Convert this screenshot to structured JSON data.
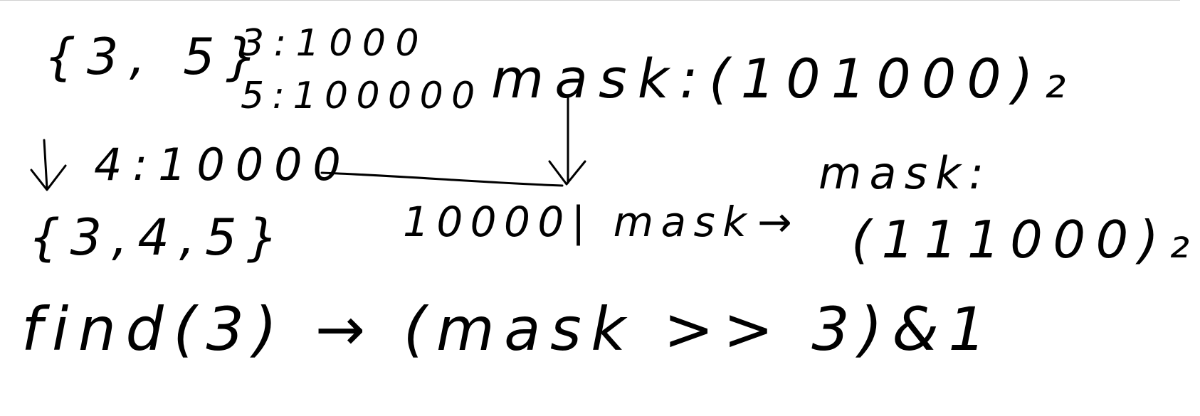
{
  "note": {
    "set_initial": "{3, 5}",
    "enc_3": "3:1000",
    "enc_5": "5:100000",
    "mask_initial": "mask:(101000)₂",
    "enc_4": "4:10000",
    "set_updated": "{3,4,5}",
    "or_op": "10000| mask",
    "mask_arrow": "→",
    "mask_label_2": "mask:",
    "mask_updated": "(111000)₂",
    "find_expr": "find(3) → (mask >> 3)&1"
  },
  "colors": {
    "ink": "#000000",
    "paper": "#ffffff"
  }
}
